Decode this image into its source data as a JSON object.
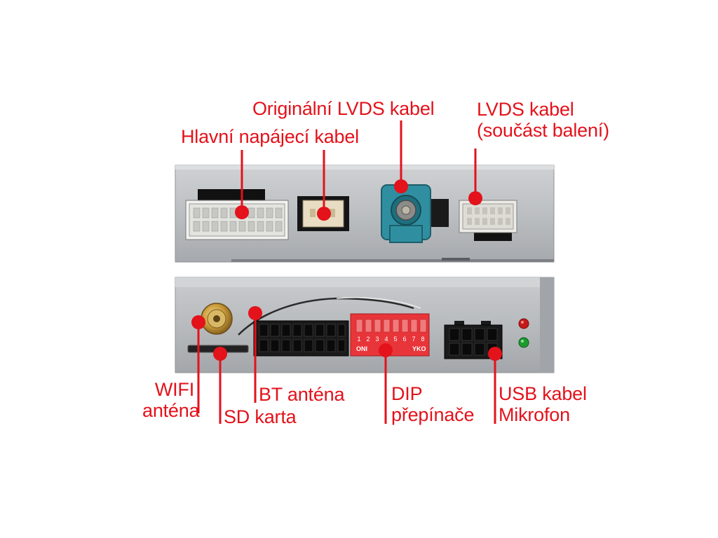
{
  "labels": {
    "original_lvds": "Originální LVDS kabel",
    "main_power": "Hlavní napájecí kabel",
    "lvds_included_line1": "LVDS kabel",
    "lvds_included_line2": "(součást balení)",
    "wifi_line1": "WIFI",
    "wifi_line2": "anténa",
    "sd_card": "SD karta",
    "bt_antenna": "BT anténa",
    "dip_line1": "DIP",
    "dip_line2": "přepínače",
    "usb_line1": "USB kabel",
    "usb_line2": "Mikrofon"
  },
  "dip_switch": {
    "numbers": [
      "1",
      "2",
      "3",
      "4",
      "5",
      "6",
      "7",
      "8"
    ],
    "left_text": "ONI",
    "right_text": "YKO"
  },
  "colors": {
    "label": "#e3121b",
    "housing": "#b9bcbf",
    "dip_body": "#e8353a",
    "led_red": "#c41a1a",
    "led_green": "#1e9a2e",
    "lvds_socket": "#2f8fa0"
  }
}
